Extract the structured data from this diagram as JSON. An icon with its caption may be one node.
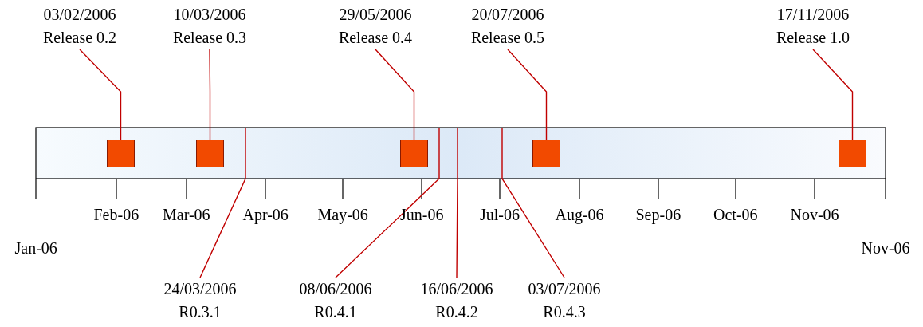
{
  "diagram": {
    "nodes": [
      {
        "text": [
          "03/02/2006",
          "Release 0.2"
        ]
      },
      {
        "text": [
          "10/03/2006",
          "Release 0.3"
        ]
      },
      {
        "text": [
          "29/05/2006",
          "Release 0.4"
        ]
      },
      {
        "text": [
          "20/07/2006",
          "Release 0.5"
        ]
      },
      {
        "text": [
          "17/11/2006",
          "Release 1.0"
        ]
      },
      {
        "text": [],
        "shape": "box"
      },
      {
        "text": [],
        "shape": "box"
      },
      {
        "text": [],
        "shape": "box"
      },
      {
        "text": [],
        "shape": "box"
      },
      {
        "text": [],
        "shape": "box"
      },
      {
        "text": [
          "24/03/2006",
          "R0.3.1"
        ]
      },
      {
        "text": [
          "08/06/2006",
          "R0.4.1"
        ]
      },
      {
        "text": [
          "16/06/2006",
          "R0.4.2"
        ]
      },
      {
        "text": [
          "03/07/2006",
          "R0.4.3"
        ]
      }
    ],
    "edges": [
      {
        "from": 0,
        "to": 5,
        "arrow": "none"
      },
      {
        "from": 1,
        "to": 6,
        "arrow": "none"
      },
      {
        "from": 2,
        "to": 7,
        "arrow": "none"
      },
      {
        "from": 3,
        "to": 8,
        "arrow": "none"
      },
      {
        "from": 4,
        "to": 9,
        "arrow": "none"
      },
      {
        "from": 10,
        "to": null,
        "arrow": "none"
      },
      {
        "from": 11,
        "to": null,
        "arrow": "none"
      },
      {
        "from": 12,
        "to": null,
        "arrow": "none"
      },
      {
        "from": 13,
        "to": null,
        "arrow": "none"
      }
    ],
    "labels": [
      "Feb-06",
      "Mar-06",
      "Apr-06",
      "May-06",
      "Jun-06",
      "Jul-06",
      "Aug-06",
      "Sep-06",
      "Oct-06",
      "Nov-06",
      "Jan-06",
      "Nov-06"
    ]
  }
}
